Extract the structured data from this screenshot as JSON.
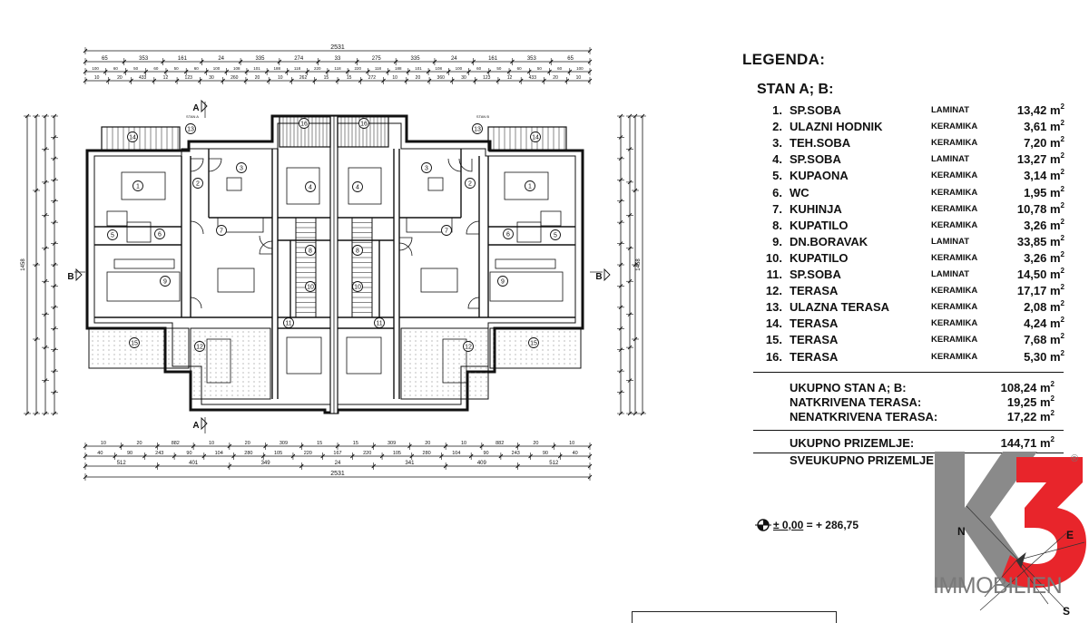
{
  "legend": {
    "title": "LEGENDA:",
    "subtitle": "STAN A; B:",
    "rooms": [
      {
        "num": "1.",
        "name": "SP.SOBA",
        "material": "LAMINAT",
        "area": "13,42 m",
        "sup": "2"
      },
      {
        "num": "2.",
        "name": "ULAZNI HODNIK",
        "material": "KERAMIKA",
        "area": "3,61 m",
        "sup": "2"
      },
      {
        "num": "3.",
        "name": "TEH.SOBA",
        "material": "KERAMIKA",
        "area": "7,20 m",
        "sup": "2"
      },
      {
        "num": "4.",
        "name": "SP.SOBA",
        "material": "LAMINAT",
        "area": "13,27 m",
        "sup": "2"
      },
      {
        "num": "5.",
        "name": "KUPAONA",
        "material": "KERAMIKA",
        "area": "3,14 m",
        "sup": "2"
      },
      {
        "num": "6.",
        "name": "WC",
        "material": "KERAMIKA",
        "area": "1,95 m",
        "sup": "2"
      },
      {
        "num": "7.",
        "name": "KUHINJA",
        "material": "KERAMIKA",
        "area": "10,78 m",
        "sup": "2"
      },
      {
        "num": "8.",
        "name": "KUPATILO",
        "material": "KERAMIKA",
        "area": "3,26 m",
        "sup": "2"
      },
      {
        "num": "9.",
        "name": "DN.BORAVAK",
        "material": "LAMINAT",
        "area": "33,85 m",
        "sup": "2"
      },
      {
        "num": "10.",
        "name": "KUPATILO",
        "material": "KERAMIKA",
        "area": "3,26 m",
        "sup": "2"
      },
      {
        "num": "11.",
        "name": "SP.SOBA",
        "material": "LAMINAT",
        "area": "14,50 m",
        "sup": "2"
      },
      {
        "num": "12.",
        "name": "TERASA",
        "material": "KERAMIKA",
        "area": "17,17 m",
        "sup": "2"
      },
      {
        "num": "13.",
        "name": "ULAZNA TERASA",
        "material": "KERAMIKA",
        "area": "2,08 m",
        "sup": "2"
      },
      {
        "num": "14.",
        "name": "TERASA",
        "material": "KERAMIKA",
        "area": "4,24 m",
        "sup": "2"
      },
      {
        "num": "15.",
        "name": "TERASA",
        "material": "KERAMIKA",
        "area": "7,68 m",
        "sup": "2"
      },
      {
        "num": "16.",
        "name": "TERASA",
        "material": "KERAMIKA",
        "area": "5,30 m",
        "sup": "2"
      }
    ],
    "totals": [
      {
        "label": "UKUPNO STAN A; B:",
        "value": "108,24 m",
        "sup": "2"
      },
      {
        "label": "NATKRIVENA TERASA:",
        "value": "19,25 m",
        "sup": "2"
      },
      {
        "label": "NENATKRIVENA TERASA:",
        "value": "17,22 m",
        "sup": "2"
      }
    ],
    "ground_total": {
      "label": "UKUPNO PRIZEMLJE:",
      "value": "144,71 m",
      "sup": "2"
    },
    "grand_total": {
      "label": "SVEUKUPNO PRIZEMLJE"
    }
  },
  "elevation": {
    "symbol_text": "± 0,00",
    "equals": "= + 286,75"
  },
  "plan": {
    "section_a_top": "A",
    "section_a_bottom": "A",
    "section_b_left": "B",
    "section_b_right": "B",
    "overall_width": "2531",
    "overall_height": "1458",
    "unit_a": "STAN A",
    "unit_b": "STAN B",
    "top_dims_row1": [
      "65",
      "353",
      "161",
      "24",
      "335",
      "274",
      "33",
      "275",
      "335",
      "24",
      "161",
      "353",
      "65"
    ],
    "top_dims_row2": [
      "100",
      "60",
      "50",
      "60",
      "50",
      "60",
      "100",
      "108",
      "101",
      "188",
      "118",
      "220",
      "118",
      "220",
      "118",
      "188",
      "101",
      "108",
      "100",
      "60",
      "50",
      "60",
      "50",
      "60",
      "100"
    ],
    "top_dims_row3": [
      "10",
      "20",
      "433",
      "12",
      "123",
      "30",
      "260",
      "20",
      "10",
      "262",
      "15",
      "15",
      "272",
      "10",
      "20",
      "360",
      "30",
      "123",
      "12",
      "433",
      "20",
      "10"
    ],
    "bottom_dims_row1": [
      "10",
      "20",
      "882",
      "10",
      "20",
      "309",
      "15",
      "15",
      "309",
      "20",
      "10",
      "882",
      "20",
      "10"
    ],
    "bottom_dims_row2": [
      "40",
      "90",
      "243",
      "90",
      "104",
      "280",
      "105",
      "220",
      "167",
      "220",
      "105",
      "280",
      "104",
      "90",
      "243",
      "90",
      "40"
    ],
    "bottom_dims_row3": [
      "512",
      "401",
      "349",
      "24",
      "341",
      "409",
      "512"
    ],
    "room_numbers_left": [
      "1",
      "2",
      "3",
      "4",
      "5",
      "6",
      "7",
      "8",
      "9",
      "10",
      "11",
      "12",
      "13",
      "14",
      "15",
      "16"
    ],
    "room_numbers_right": [
      "1",
      "2",
      "3",
      "4",
      "5",
      "6",
      "7",
      "8",
      "9",
      "10",
      "11",
      "12",
      "13",
      "14",
      "15",
      "16"
    ]
  },
  "logo": {
    "mark": "K3",
    "text": "IMMOBILIEN",
    "registered": "®",
    "compass": [
      "N",
      "E",
      "S"
    ],
    "colors": {
      "k": "#8a8a8a",
      "three": "#e8252b",
      "text": "#7a7a7a"
    }
  }
}
